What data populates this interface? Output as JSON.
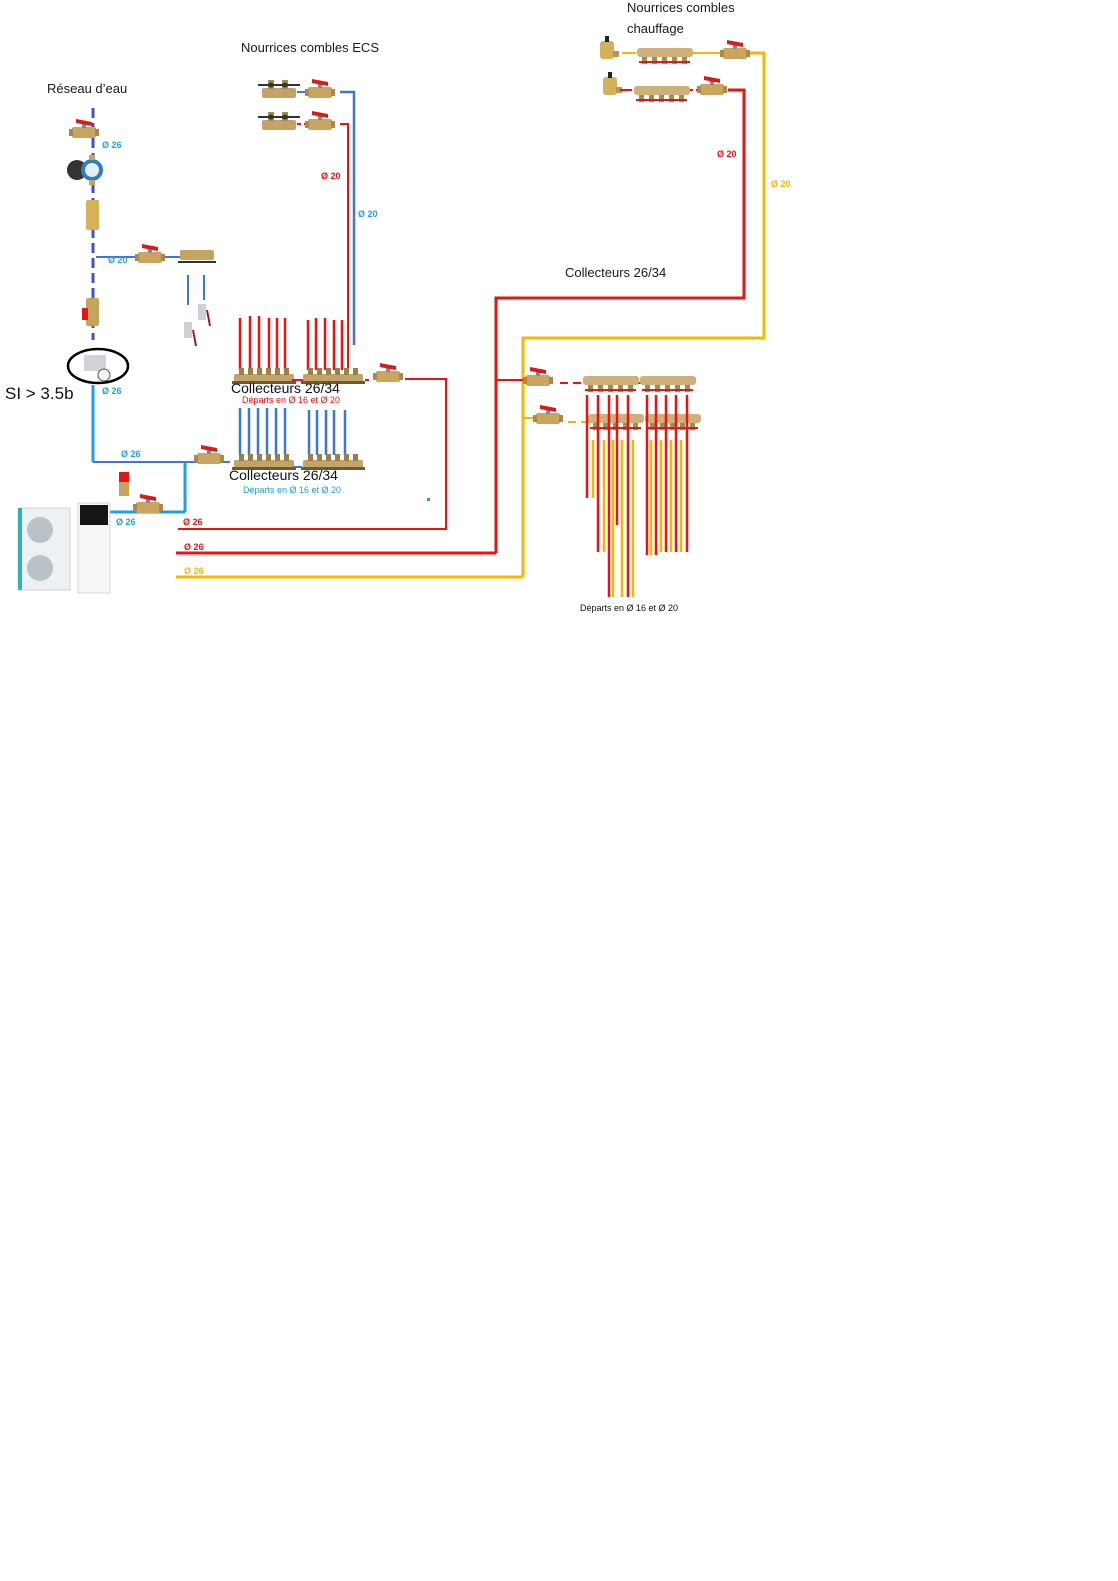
{
  "diagram": {
    "labels": {
      "reseau": "Réseau d’eau",
      "nourrices_ecs": "Nourrices combles ECS",
      "nourrices_chauffage_1": "Nourrices combles",
      "nourrices_chauffage_2": "chauffage",
      "collecteurs_top": "Collecteurs 26/34",
      "collecteurs_mid": "Collecteurs 26/34",
      "collecteurs_right": "Collecteurs 26/34",
      "departs_red": "Départs en Ø 16 et Ø 20",
      "departs_blue": "Départs en Ø 16 et Ø 20",
      "departs_right": "Départs en Ø 16 et Ø 20",
      "pressure": "SI > 3.5b"
    },
    "diameters": {
      "reseau_top": "Ø 26",
      "branch_20": "Ø 20",
      "after_reducer": "Ø 26",
      "horizontal_26": "Ø 26",
      "pac_out": "Ø 26",
      "ecs_red": "Ø 20",
      "ecs_blue": "Ø 20",
      "chauff_red": "Ø 20",
      "chauff_yellow": "Ø 20",
      "line_red_1": "Ø 26",
      "line_red_2": "Ø 26",
      "line_yellow": "Ø 26"
    },
    "colors": {
      "cold_dark": "#3f55c6",
      "cold_light": "#1ea0e6",
      "hot": "#ee1111",
      "heating": "#f5b800",
      "brass": "#b8954a",
      "valve_handle": "#e01818"
    }
  }
}
